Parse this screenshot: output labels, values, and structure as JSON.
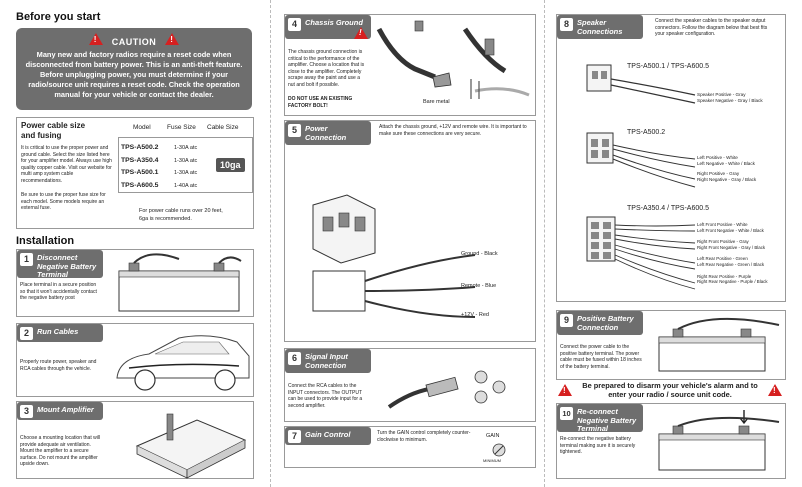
{
  "before_title": "Before you start",
  "caution": {
    "title": "CAUTION",
    "body": "Many new and factory radios require a reset code when disconnected from battery power. This is an anti-theft feature. Before unplugging power, you must determine if your radio/source unit requires a reset code. Check the operation manual for your vehicle or contact the dealer."
  },
  "power_cable": {
    "title_1": "Power cable size",
    "title_2": "and fusing",
    "intro": "It is critical to use the proper power and ground cable. Select the size listed here for your amplifier model. Always use high quality copper cable. Visit our website for multi amp system cable recommendations.",
    "note": "Be sure to use the proper fuse size for each model. Some models require an external fuse.",
    "headers": [
      "Model",
      "Fuse Size",
      "Cable Size"
    ],
    "rows": [
      {
        "model": "TPS-A500.2",
        "fuse": "1-30A atc"
      },
      {
        "model": "TPS-A350.4",
        "fuse": "1-30A atc"
      },
      {
        "model": "TPS-A500.1",
        "fuse": "1-30A atc"
      },
      {
        "model": "TPS-A600.5",
        "fuse": "1-40A atc"
      }
    ],
    "cable_size": "10ga",
    "footnote_1": "For power cable runs over 20 feet,",
    "footnote_2": "6ga is recommended."
  },
  "installation_title": "Installation",
  "steps": {
    "s1": {
      "num": "1",
      "label_1": "Disconnect",
      "label_2": "Negative Battery",
      "label_3": "Terminal",
      "text": "Place terminal in a secure position so that it won't accidentally contact the negative battery post"
    },
    "s2": {
      "num": "2",
      "label": "Run Cables",
      "text": "Properly route power, speaker and RCA cables through the vehicle."
    },
    "s3": {
      "num": "3",
      "label": "Mount Amplifier",
      "text": "Choose a mounting location that will provide adequate air ventilation. Mount the amplifier to a secure surface. Do not mount the amplifier upside down."
    },
    "s4": {
      "num": "4",
      "label": "Chassis Ground",
      "text": "The chassis ground connection is critical to the performance of the amplifier. Choose a location that is close to the amplifier. Completely scrape away the paint and use a nut and bolt if possible.",
      "warning": "DO NOT USE AN EXISTING FACTORY BOLT!",
      "bare_metal": "Bare metal"
    },
    "s5": {
      "num": "5",
      "label_1": "Power",
      "label_2": "Connection",
      "text": "Attach the chassis ground, +12V and remote wire. It is important to make sure these connections are very secure.",
      "wires": [
        "Ground - Black",
        "Remote - Blue",
        "+12V - Red"
      ]
    },
    "s6": {
      "num": "6",
      "label_1": "Signal Input",
      "label_2": "Connection",
      "text": "Connect the RCA cables to the INPUT connectors. The OUTPUT can be used to provide input for a second amplifier."
    },
    "s7": {
      "num": "7",
      "label": "Gain Control",
      "text": "Turn the GAIN control completely counter-clockwise to minimum.",
      "gain": "GAIN",
      "gain_sub": "MINIMUM"
    },
    "s8": {
      "num": "8",
      "label_1": "Speaker",
      "label_2": "Connections",
      "text": "Connect the speaker cables to the speaker output connectors. Follow the diagram below that best fits your speaker configuration."
    },
    "s9": {
      "num": "9",
      "label_1": "Positive Battery",
      "label_2": "Connection",
      "text": "Connect the power cable to the positive battery terminal. The power cable must be fused within 18 inches of the battery terminal."
    },
    "s10": {
      "num": "10",
      "label_1": "Re-connect",
      "label_2": "Negative Battery",
      "label_3": "Terminal",
      "text": "Re-connect the negative battery terminal making sure it is securely tightened."
    }
  },
  "speaker_groups": {
    "g1": {
      "title": "TPS-A500.1 / TPS-A600.5",
      "wires": [
        "Speaker Positive - Gray",
        "Speaker Negative - Gray / Black"
      ]
    },
    "g2": {
      "title": "TPS-A500.2",
      "wires": [
        "Left Positive - White",
        "Left Negative - White / Black",
        "Right Positive - Gray",
        "Right Negative - Gray / Black"
      ]
    },
    "g3": {
      "title": "TPS-A350.4 / TPS-A600.5",
      "wires": [
        "Left Front Positive - White",
        "Left Front Negative - White / Black",
        "Right Front Positive - Gray",
        "Right Front Negative - Gray / Black",
        "Left Rear Positive - Green",
        "Left Rear Negative - Green / Black",
        "Right Rear Positive - Purple",
        "Right Rear Negative - Purple / Black"
      ]
    }
  },
  "alarm_notice": "Be prepared to disarm your vehicle's alarm and to enter your radio / source unit code."
}
